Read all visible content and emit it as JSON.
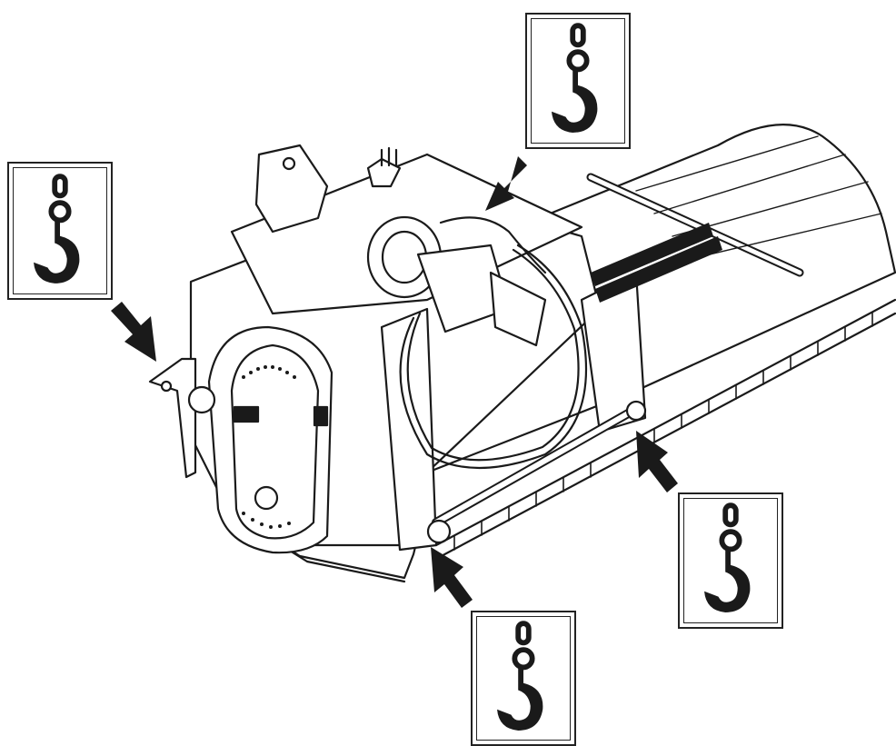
{
  "figure": {
    "subject-icon": "mulcher-machine-line-art",
    "lifting-point-icon": "chain-hook-icon",
    "arrow-icon": "pointer-arrow-icon",
    "ink_color": "#1a1a1a",
    "paper_color": "#ffffff",
    "lifting_points": [
      {
        "id": "top",
        "icon": "chain-hook-icon"
      },
      {
        "id": "left",
        "icon": "chain-hook-icon"
      },
      {
        "id": "right",
        "icon": "chain-hook-icon"
      },
      {
        "id": "bottom",
        "icon": "chain-hook-icon"
      }
    ],
    "machine_decal_text": ""
  }
}
